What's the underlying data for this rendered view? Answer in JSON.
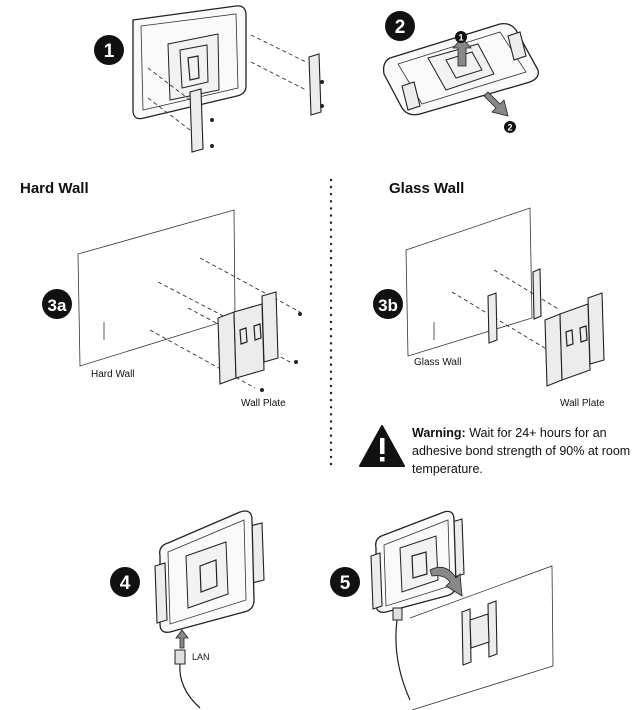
{
  "sections": {
    "hard_wall": "Hard Wall",
    "glass_wall": "Glass Wall"
  },
  "steps": [
    {
      "badge": "1"
    },
    {
      "badge": "2",
      "sub_markers": [
        "1",
        "2"
      ]
    },
    {
      "badge": "3a"
    },
    {
      "badge": "3b"
    },
    {
      "badge": "4"
    },
    {
      "badge": "5"
    }
  ],
  "labels": {
    "hard_wall": "Hard Wall",
    "wall_plate_left": "Wall Plate",
    "glass_wall": "Glass Wall",
    "wall_plate_right": "Wall Plate",
    "lan": "LAN"
  },
  "warning": {
    "title": "Warning:",
    "text": "Wait for 24+ hours for an adhesive bond strength of 90% at room temperature.",
    "icon": "warning-triangle-icon"
  },
  "colors": {
    "badge": "#111111",
    "line": "#222222",
    "bracket_fill": "#ececec"
  }
}
